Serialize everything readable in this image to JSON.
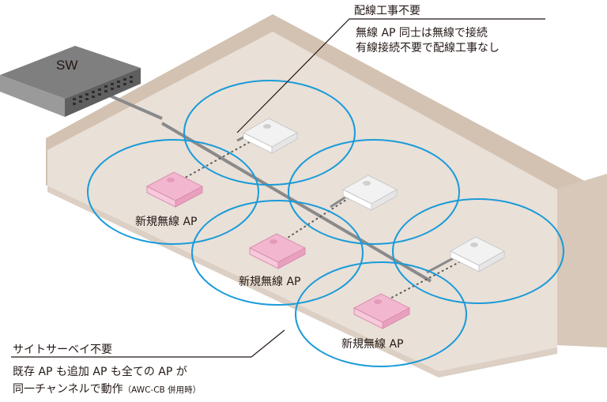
{
  "switch": {
    "label": "SW"
  },
  "callout_top": {
    "title": "配線工事不要",
    "lines": [
      "無線 AP 同士は無線で接続",
      "有線接続不要で配線工事なし"
    ]
  },
  "callout_bottom": {
    "title": "サイトサーベイ不要",
    "line1": "既存 AP も追加 AP も全ての AP が",
    "line2_main": "同一チャンネルで動作",
    "line2_note": "（AWC-CB 併用時）"
  },
  "new_ap_label": "新規無線 AP",
  "colors": {
    "floor": "#e9e0d8",
    "wall": "#d8c8b9",
    "coverage_ring": "#1a9bd8",
    "existing_ap": "#ffffff",
    "new_ap": "#f3b6cf",
    "cable": "#8a8a8a"
  },
  "icons": [
    "switch-icon",
    "access-point-icon"
  ]
}
